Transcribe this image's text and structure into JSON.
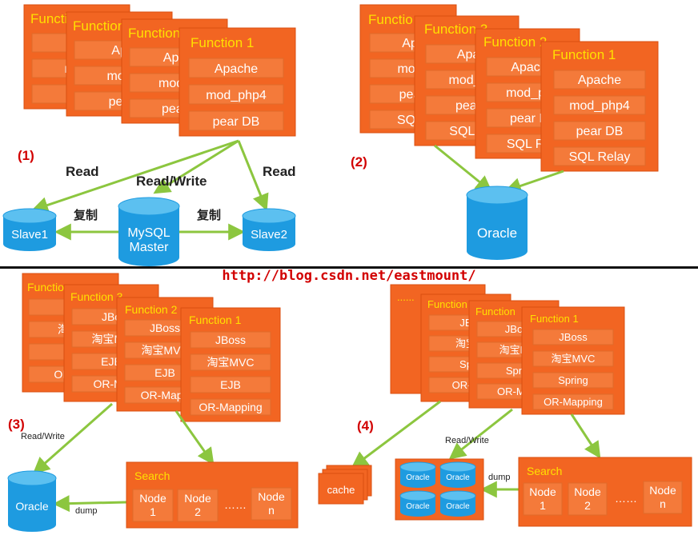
{
  "colors": {
    "card": "#f26522",
    "card_stroke": "#d94f10",
    "box": "#f47a3a",
    "title_text": "#ffe000",
    "text": "#ffffff",
    "arrow": "#8cc63f",
    "db": "#1e9be0",
    "label_red": "#d20000"
  },
  "watermark": "http://blog.csdn.net/eastmount/",
  "diagram1": {
    "number": "(1)",
    "cards": [
      {
        "title": "Function",
        "items": [
          "A",
          "mod",
          "pe"
        ]
      },
      {
        "title": "Function",
        "items": [
          "Ap",
          "mod",
          "pea"
        ]
      },
      {
        "title": "Function",
        "items": [
          "Apa",
          "mod_",
          "pear"
        ]
      },
      {
        "title": "Function 1",
        "items": [
          "Apache",
          "mod_php4",
          "pear DB"
        ]
      }
    ],
    "edges": {
      "read_left": "Read",
      "read_write": "Read/Write",
      "read_right": "Read",
      "copy_left": "复制",
      "copy_right": "复制"
    },
    "db_slave1": "Slave1",
    "db_master": [
      "MySQL",
      "Master"
    ],
    "db_slave2": "Slave2"
  },
  "diagram2": {
    "number": "(2)",
    "cards": [
      {
        "title": "Functio",
        "items": [
          "Ap",
          "mod",
          "pea",
          "SQL"
        ]
      },
      {
        "title": "Function 3",
        "items": [
          "Apa",
          "mod_p",
          "pear",
          "SQL R"
        ]
      },
      {
        "title": "Function 2",
        "items": [
          "Apach",
          "mod_ph",
          "pear D",
          "SQL Re"
        ]
      },
      {
        "title": "Function 1",
        "items": [
          "Apache",
          "mod_php4",
          "pear DB",
          "SQL Relay"
        ]
      }
    ],
    "db": "Oracle"
  },
  "diagram3": {
    "number": "(3)",
    "cards": [
      {
        "title": "Functio",
        "items": [
          "J",
          "淘宝",
          "E",
          "OR-M"
        ]
      },
      {
        "title": "Function 3",
        "items": [
          "JBo",
          "淘宝MV",
          "EJB",
          "OR-Ma"
        ]
      },
      {
        "title": "Function 2",
        "items": [
          "JBoss",
          "淘宝MVC",
          "EJB",
          "OR-Mapp"
        ]
      },
      {
        "title": "Function 1",
        "items": [
          "JBoss",
          "淘宝MVC",
          "EJB",
          "OR-Mapping"
        ]
      }
    ],
    "edge_rw": "Read/Write",
    "edge_dump": "dump",
    "db": "Oracle",
    "search": {
      "title": "Search",
      "nodes": [
        [
          "Node",
          "1"
        ],
        [
          "Node",
          "2"
        ],
        [
          "Node",
          "n"
        ]
      ],
      "dots": "……"
    }
  },
  "diagram4": {
    "number": "(4)",
    "cards": [
      {
        "title": "......",
        "items": [
          "",
          "",
          "",
          ""
        ]
      },
      {
        "title": "Function",
        "items": [
          "JB",
          "淘宝",
          "Sp",
          "OR-M"
        ]
      },
      {
        "title": "Function",
        "items": [
          "JBo",
          "淘宝M",
          "Spr",
          "OR-Ma"
        ]
      },
      {
        "title": "Function 1",
        "items": [
          "JBoss",
          "淘宝MVC",
          "Spring",
          "OR-Mapping"
        ]
      }
    ],
    "cache": "cache",
    "edge_rw": "Read/Write",
    "edge_dump": "dump",
    "db_cluster": [
      "Oracle",
      "Oracle",
      "Oracle",
      "Oracle"
    ],
    "search": {
      "title": "Search",
      "nodes": [
        [
          "Node",
          "1"
        ],
        [
          "Node",
          "2"
        ],
        [
          "Node",
          "n"
        ]
      ],
      "dots": "……"
    }
  }
}
